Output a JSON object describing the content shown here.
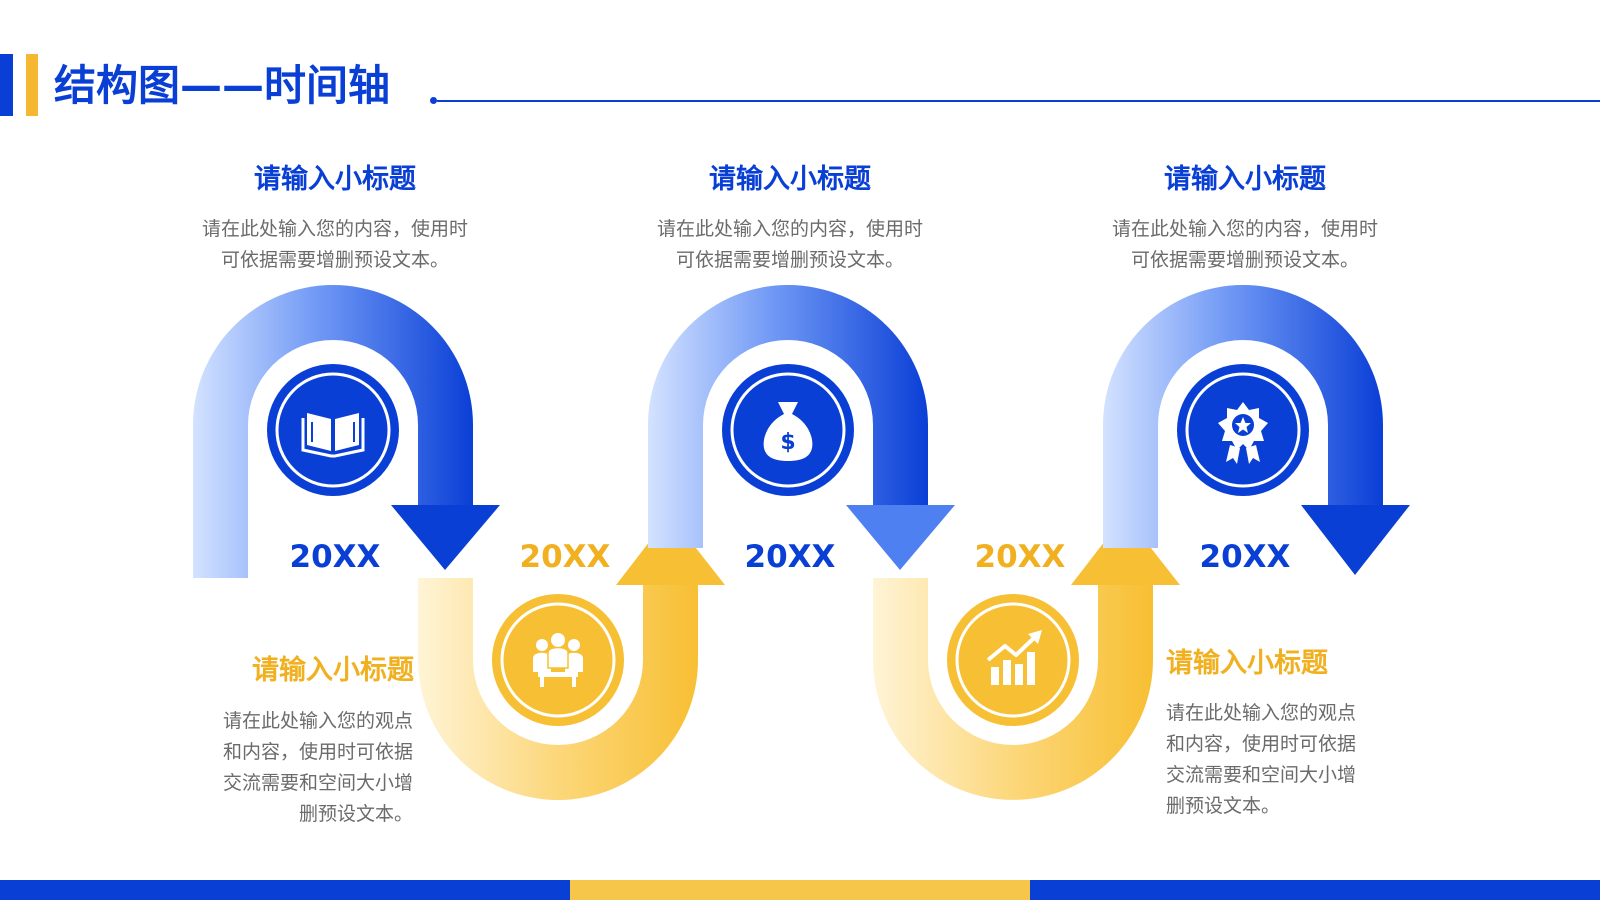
{
  "page": {
    "title": "结构图——时间轴"
  },
  "colors": {
    "blue": "#0a3fd6",
    "blue_light": "#cfe0ff",
    "gold": "#f5b830",
    "gold_light": "#fff1c9",
    "text_gray": "#6b6b6b"
  },
  "steps": [
    {
      "year": "20XX",
      "tone": "blue",
      "icon": "book-icon",
      "heading": "请输入小标题",
      "body": "请在此处输入您的内容，使用时\n可依据需要增删预设文本。"
    },
    {
      "year": "20XX",
      "tone": "gold",
      "icon": "team-icon",
      "heading": "请输入小标题",
      "body": "请在此处输入您的观点\n和内容，使用时可依据\n交流需要和空间大小增\n删预设文本。"
    },
    {
      "year": "20XX",
      "tone": "blue",
      "icon": "money-bag-icon",
      "heading": "请输入小标题",
      "body": "请在此处输入您的内容，使用时\n可依据需要增删预设文本。"
    },
    {
      "year": "20XX",
      "tone": "gold",
      "icon": "growth-chart-icon",
      "heading": "",
      "body": ""
    },
    {
      "year": "20XX",
      "tone": "blue",
      "icon": "award-badge-icon",
      "heading": "请输入小标题",
      "body": "请在此处输入您的内容，使用时\n可依据需要增删预设文本。"
    }
  ],
  "extra_block": {
    "heading": "请输入小标题",
    "body": "请在此处输入您的观点\n和内容，使用时可依据\n交流需要和空间大小增\n删预设文本。"
  },
  "money_symbol": "$"
}
